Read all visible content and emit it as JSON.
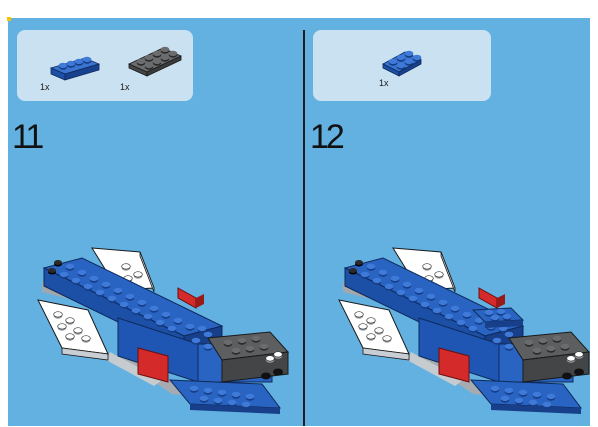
{
  "steps": [
    {
      "number": "11",
      "parts": [
        {
          "icon": "blue-brick-2x4",
          "color": "#2a64c3",
          "qty": "1x"
        },
        {
          "icon": "dark-gray-plate-2x4",
          "color": "#5d5e60",
          "qty": "1x"
        }
      ]
    },
    {
      "number": "12",
      "parts": [
        {
          "icon": "blue-plate-2x3",
          "color": "#2a64c3",
          "qty": "1x"
        }
      ]
    }
  ],
  "colors": {
    "background": "#62b1e1",
    "parts_box": "#cae1f1",
    "blue": "#2a64c3",
    "dark_gray": "#5d5e60",
    "red": "#d42a2a",
    "white": "#ffffff"
  }
}
